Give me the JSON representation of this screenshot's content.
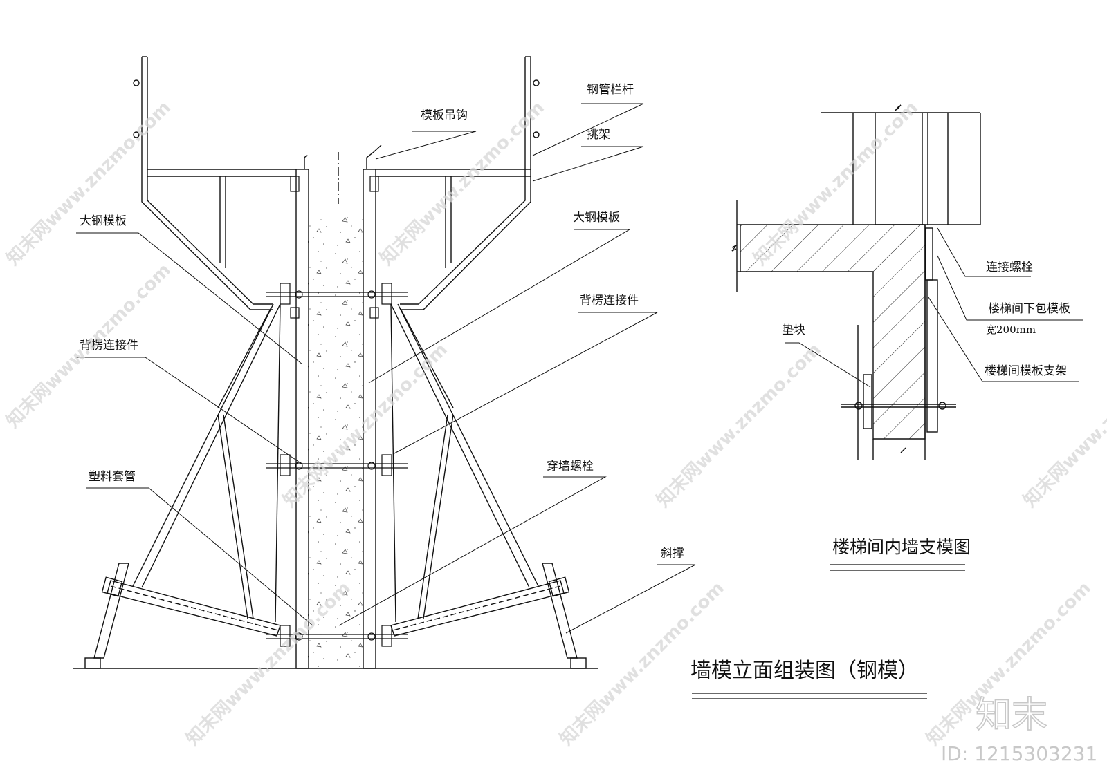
{
  "left_diagram": {
    "title": "墙模立面组装图（钢模）",
    "labels": {
      "hook": "模板吊钩",
      "railing": "钢管栏杆",
      "bracket": "挑架",
      "steel_form_left": "大钢模板",
      "steel_form_right": "大钢模板",
      "back_connector_right": "背楞连接件",
      "back_connector_left": "背楞连接件",
      "plastic_sleeve": "塑料套管",
      "wall_bolt": "穿墙螺栓",
      "diagonal_brace": "斜撑"
    }
  },
  "right_diagram": {
    "title": "楼梯间内墙支模图",
    "labels": {
      "connect_bolt": "连接螺栓",
      "lower_form": "楼梯间下包模板",
      "lower_form_width": "宽200mm",
      "spacer": "垫块",
      "form_support": "楼梯间模板支架"
    }
  },
  "watermark": {
    "text": "知末网www.znzmo.com",
    "logo": "知末",
    "id": "ID: 1215303231"
  }
}
